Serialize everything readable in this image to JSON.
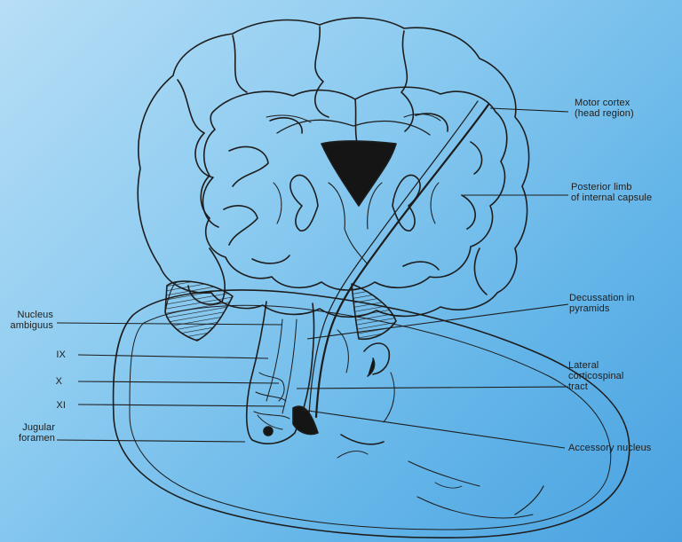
{
  "labels": {
    "motor_cortex": "Motor cortex\n(head region)",
    "posterior_limb": "Posterior limb\nof internal capsule",
    "decussation": "Decussation in\npyramids",
    "lateral_tract": "Lateral\ncorticospinal\ntract",
    "accessory_nucleus": "Accessory nucleus",
    "nucleus_ambiguus": "Nucleus\nambiguus",
    "nerve_ix": "IX",
    "nerve_x": "X",
    "nerve_xi": "XI",
    "jugular_foramen": "Jugular\nforamen"
  },
  "colors": {
    "background": "#62b4e8",
    "ink": "#1d1d1d",
    "nucleus_fill": "#151515"
  }
}
